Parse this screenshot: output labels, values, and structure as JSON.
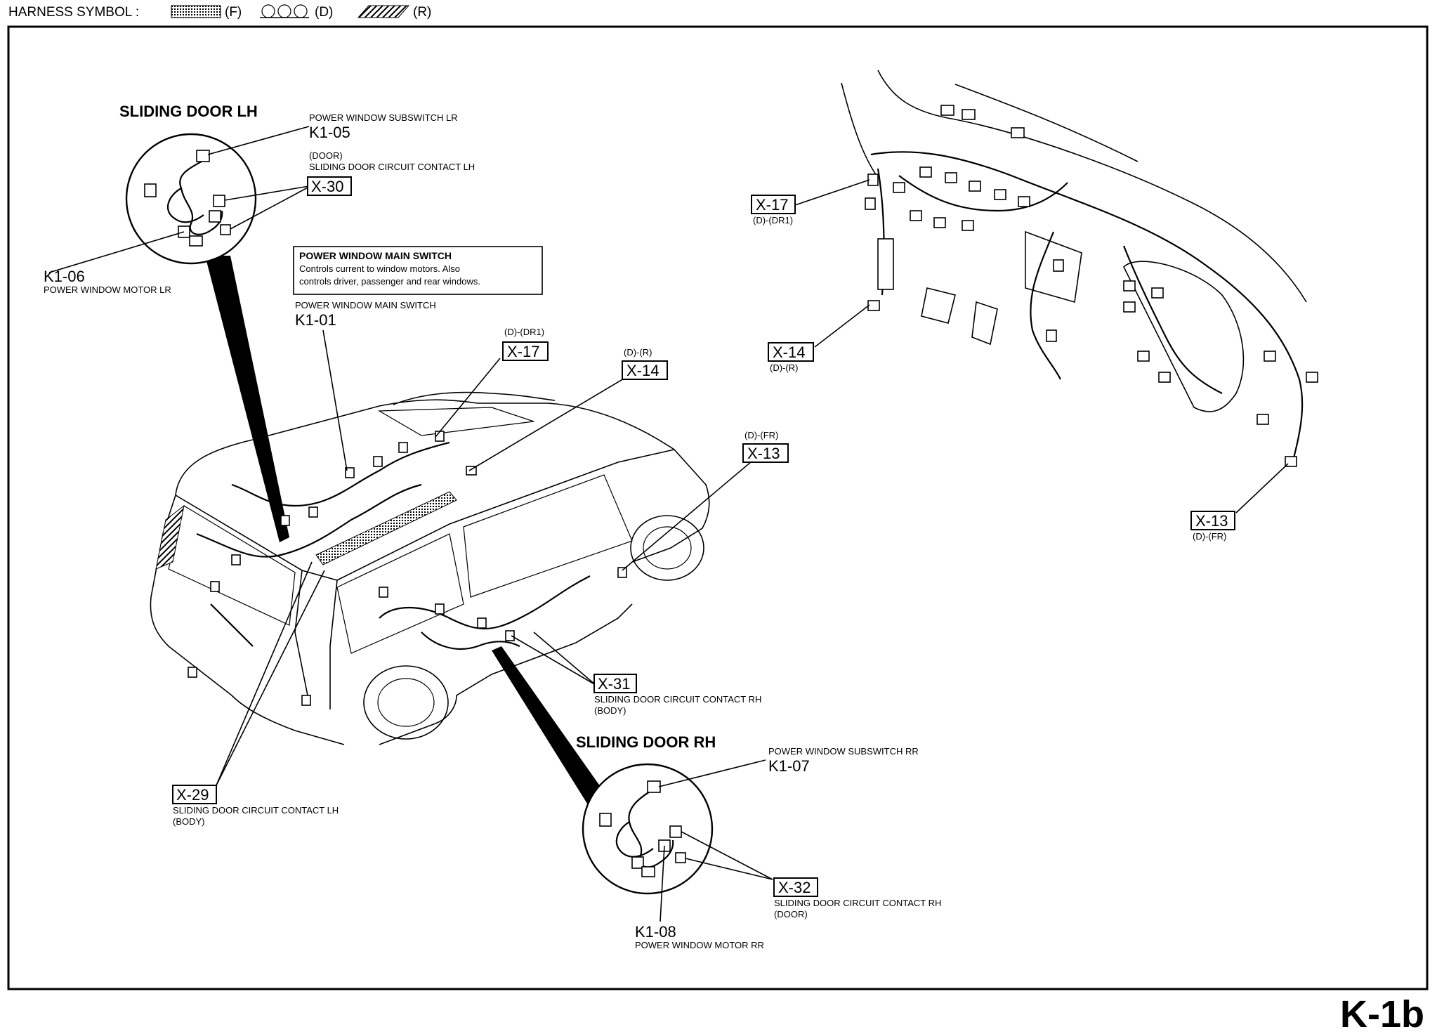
{
  "legend": {
    "title": "HARNESS SYMBOL :",
    "items": [
      {
        "code": "(F)"
      },
      {
        "code": "(D)"
      },
      {
        "code": "(R)"
      }
    ]
  },
  "sections": {
    "sliding_door_lh": "SLIDING DOOR LH",
    "sliding_door_rh": "SLIDING DOOR RH"
  },
  "info_box": {
    "title": "POWER WINDOW MAIN SWITCH",
    "line1": "Controls current to window motors. Also",
    "line2": "controls driver, passenger and rear windows."
  },
  "labels": {
    "k1_05_desc": "POWER WINDOW SUBSWITCH LR",
    "k1_05": "K1-05",
    "x30_pre1": "(DOOR)",
    "x30_pre2": "SLIDING DOOR CIRCUIT CONTACT LH",
    "x30": "X-30",
    "k1_06": "K1-06",
    "k1_06_desc": "POWER WINDOW MOTOR LR",
    "k1_01_desc": "POWER WINDOW MAIN SWITCH",
    "k1_01": "K1-01",
    "x17_car_pre": "(D)-(DR1)",
    "x17_car": "X-17",
    "x14_car_pre": "(D)-(R)",
    "x14_car": "X-14",
    "x13_car_pre": "(D)-(FR)",
    "x13_car": "X-13",
    "x31": "X-31",
    "x31_desc": "SLIDING DOOR CIRCUIT CONTACT RH",
    "x31_post": "(BODY)",
    "x29": "X-29",
    "x29_desc": "SLIDING DOOR CIRCUIT CONTACT LH",
    "x29_post": "(BODY)",
    "k1_07_desc": "POWER WINDOW SUBSWITCH RR",
    "k1_07": "K1-07",
    "x32": "X-32",
    "x32_desc": "SLIDING DOOR CIRCUIT CONTACT RH",
    "x32_post": "(DOOR)",
    "k1_08": "K1-08",
    "k1_08_desc": "POWER WINDOW MOTOR RR",
    "x17_dash": "X-17",
    "x17_dash_post": "(D)-(DR1)",
    "x14_dash": "X-14",
    "x14_dash_post": "(D)-(R)",
    "x13_dash": "X-13",
    "x13_dash_post": "(D)-(FR)"
  },
  "page_code": "K-1b"
}
